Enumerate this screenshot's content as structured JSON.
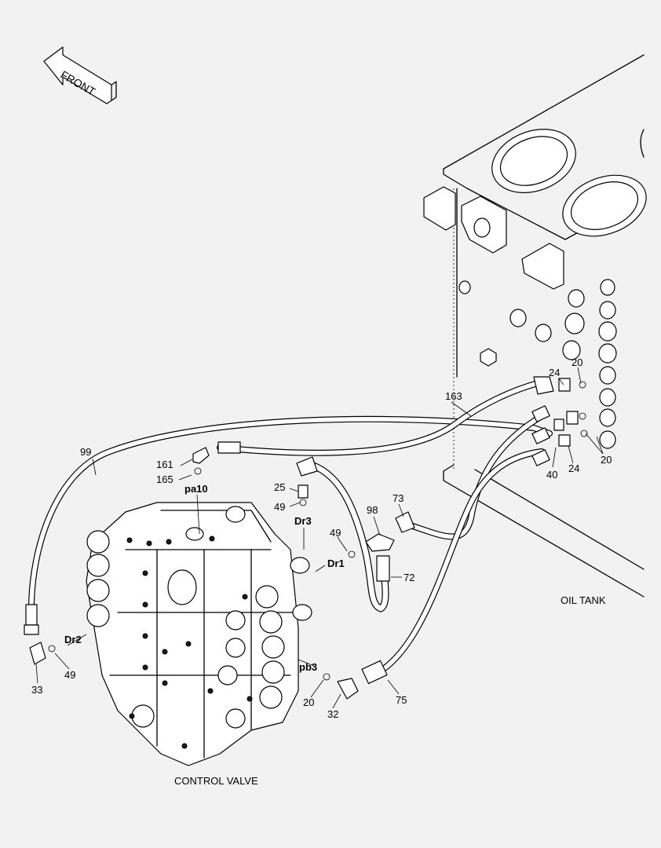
{
  "direction_arrow": {
    "text": "FRONT"
  },
  "captions": {
    "control_valve": "CONTROL VALVE",
    "oil_tank": "OIL TANK"
  },
  "ports": {
    "pa10": "pa10",
    "dr3": "Dr3",
    "dr1": "Dr1",
    "dr2": "Dr2",
    "pb3": "pb3"
  },
  "callouts": {
    "c99": "99",
    "c161": "161",
    "c165": "165",
    "c25": "25",
    "c49a": "49",
    "c49b": "49",
    "c49c": "49",
    "c98": "98",
    "c73": "73",
    "c72": "72",
    "c163": "163",
    "c24a": "24",
    "c20a": "20",
    "c40": "40",
    "c24b": "24",
    "c20b": "20",
    "c33": "33",
    "c20c": "20",
    "c32": "32",
    "c75": "75"
  }
}
